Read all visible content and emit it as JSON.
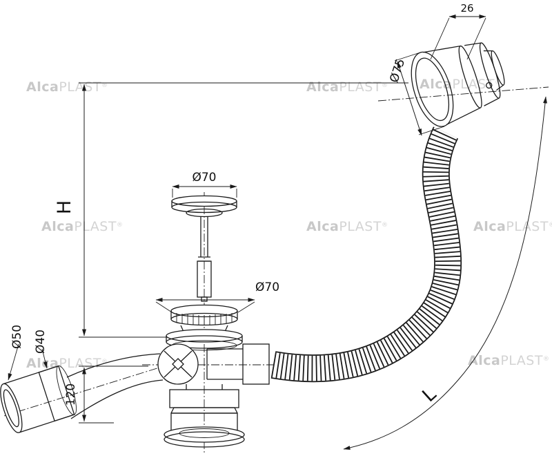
{
  "dims": {
    "d26": "26",
    "d75": "Ø75",
    "d70_plug": "Ø70",
    "d70_grate": "Ø70",
    "d50": "Ø50",
    "d40": "Ø40",
    "d120": "120",
    "H": "H",
    "L": "L"
  },
  "watermark": {
    "bold": "Alca",
    "rest": "PLAST",
    "reg": "®"
  },
  "colors": {
    "line": "#1a1a1a",
    "watermark": "#c9c9c9",
    "background": "#ffffff"
  }
}
